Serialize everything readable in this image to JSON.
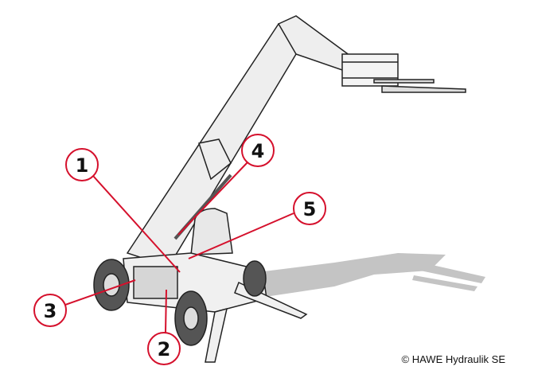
{
  "figure": {
    "subject": "telehandler",
    "callouts": [
      {
        "label": "1"
      },
      {
        "label": "2"
      },
      {
        "label": "3"
      },
      {
        "label": "4"
      },
      {
        "label": "5"
      }
    ],
    "copyright": "© HAWE Hydraulik SE"
  },
  "colors": {
    "callout": "#d5102c",
    "ink": "#222222",
    "shadow": "#bdbdbd"
  }
}
